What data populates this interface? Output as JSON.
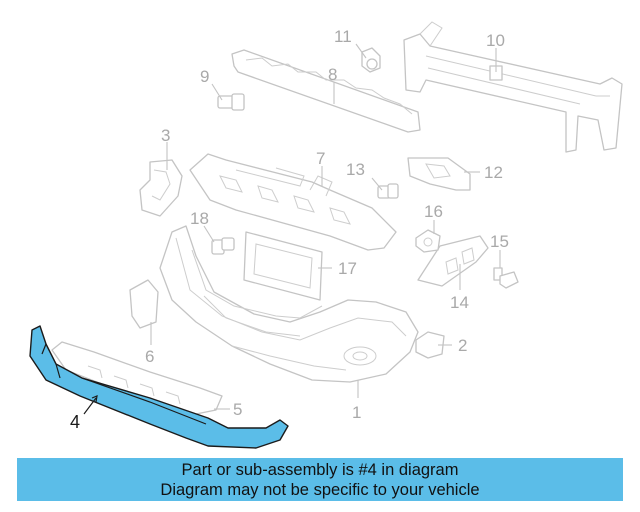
{
  "diagram": {
    "highlight_color": "#5bbde8",
    "highlighted_part": "4",
    "callouts": [
      {
        "id": "c1",
        "label": "1"
      },
      {
        "id": "c2",
        "label": "2"
      },
      {
        "id": "c3",
        "label": "3"
      },
      {
        "id": "c4",
        "label": "4"
      },
      {
        "id": "c5",
        "label": "5"
      },
      {
        "id": "c6",
        "label": "6"
      },
      {
        "id": "c7",
        "label": "7"
      },
      {
        "id": "c8",
        "label": "8"
      },
      {
        "id": "c9",
        "label": "9"
      },
      {
        "id": "c10",
        "label": "10"
      },
      {
        "id": "c11",
        "label": "11"
      },
      {
        "id": "c12",
        "label": "12"
      },
      {
        "id": "c13",
        "label": "13"
      },
      {
        "id": "c14",
        "label": "14"
      },
      {
        "id": "c15",
        "label": "15"
      },
      {
        "id": "c16",
        "label": "16"
      },
      {
        "id": "c17",
        "label": "17"
      },
      {
        "id": "c18",
        "label": "18"
      }
    ]
  },
  "banner": {
    "line1": "Part or sub-assembly is #4 in diagram",
    "line2": "Diagram may not be specific to your vehicle",
    "background": "#5bbde8"
  }
}
